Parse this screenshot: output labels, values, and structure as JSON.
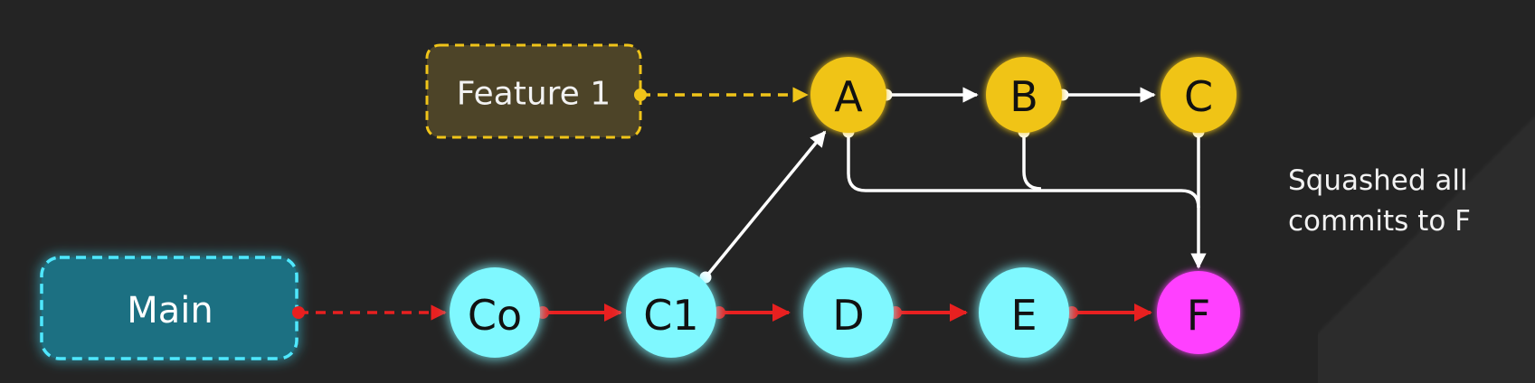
{
  "branches": {
    "feature": {
      "label": "Feature 1",
      "color": "#f0c419"
    },
    "main": {
      "label": "Main",
      "color": "#22bcd6"
    }
  },
  "commits": {
    "A": "A",
    "B": "B",
    "C": "C",
    "C0": "Co",
    "C1": "C1",
    "D": "D",
    "E": "E",
    "F": "F"
  },
  "note": {
    "text": "Squashed all\ncommits to F"
  },
  "colors": {
    "background": "#242424",
    "feature_commit": "#f0c419",
    "main_commit": "#7ff8ff",
    "squash_commit": "#ff40ff",
    "main_arrow": "#e82020",
    "link_arrow": "#ffffff"
  }
}
